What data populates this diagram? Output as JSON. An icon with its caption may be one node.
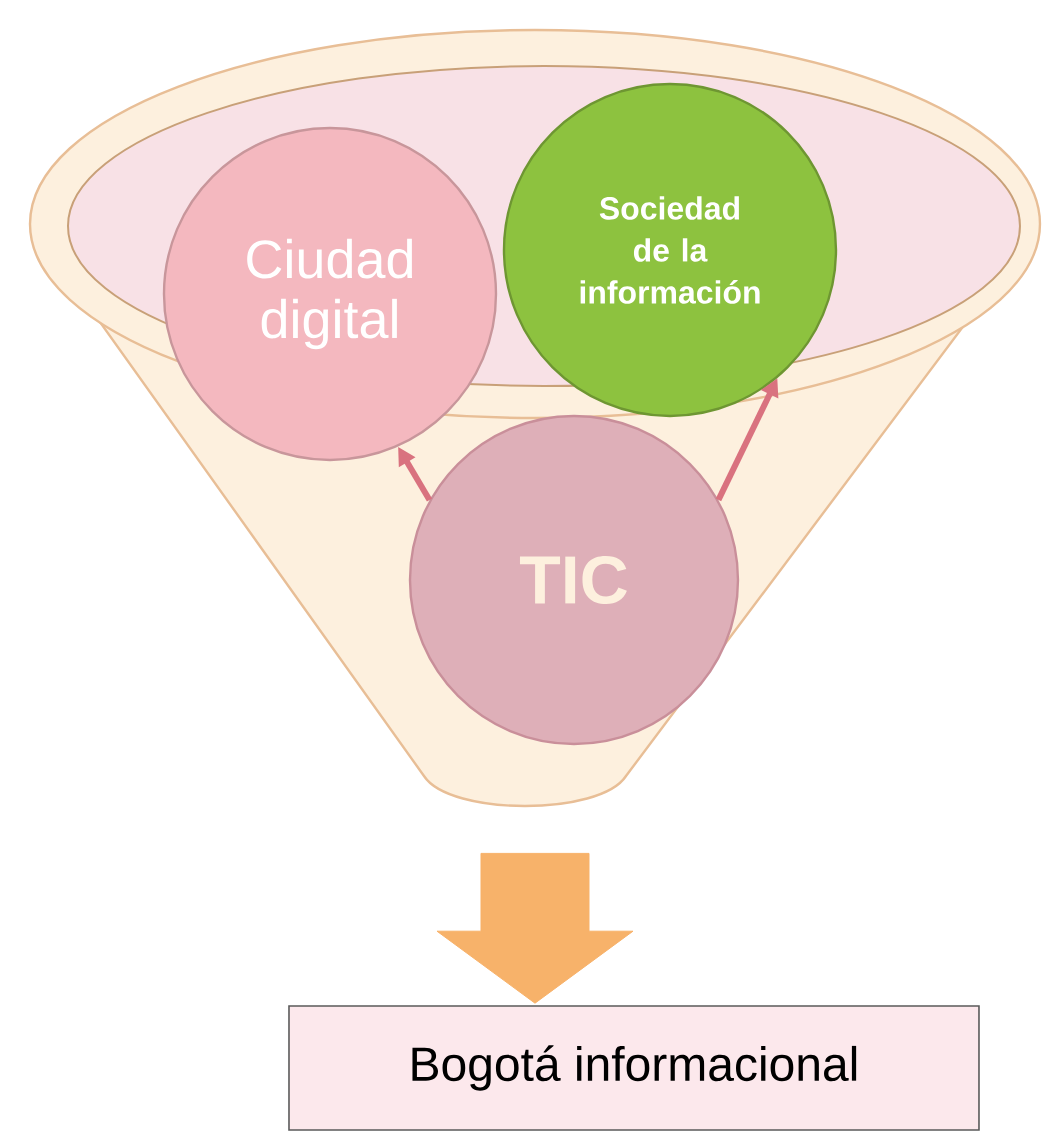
{
  "diagram": {
    "nodes": [
      {
        "text": [],
        "shape": "funnel"
      },
      {
        "text": [
          "Ciudad digital"
        ]
      },
      {
        "text": [
          "Sociedad de la información"
        ]
      },
      {
        "text": [
          "TIC"
        ],
        "in": 0
      },
      {
        "text": [
          "Bogotá informacional"
        ]
      }
    ],
    "edges": [
      {
        "from": 3,
        "to": 1,
        "arrow": "to"
      },
      {
        "from": 3,
        "to": 2,
        "arrow": "to"
      },
      {
        "from": 0,
        "to": 4,
        "arrow": "to",
        "style": "thick",
        "color": "#f7b26a"
      }
    ]
  }
}
